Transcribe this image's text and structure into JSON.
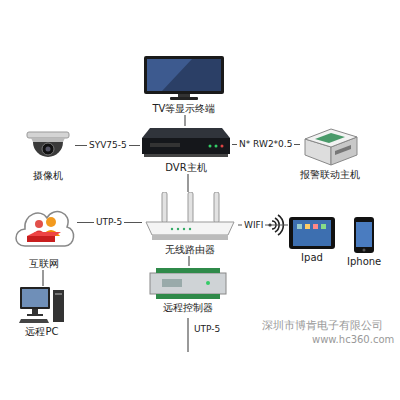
{
  "diagram": {
    "nodes": [
      {
        "text": [
          "TV等显示终端"
        ]
      },
      {
        "text": [
          "摄像机"
        ]
      },
      {
        "text": [
          "DVR主机"
        ]
      },
      {
        "text": [
          "报警联动主机"
        ]
      },
      {
        "text": [
          "互联网"
        ]
      },
      {
        "text": [
          "无线路由器"
        ]
      },
      {
        "text": [
          "Ipad"
        ]
      },
      {
        "text": [
          "Iphone"
        ]
      },
      {
        "text": [
          "远程控制器"
        ]
      },
      {
        "text": [
          "远程PC"
        ]
      }
    ],
    "edges": [
      {
        "from": 0,
        "to": 2,
        "arrow": "none"
      },
      {
        "from": 1,
        "to": 2,
        "label": "SYV75-5",
        "arrow": "none"
      },
      {
        "from": 2,
        "to": 3,
        "label": "N* RW2*0.5",
        "arrow": "none"
      },
      {
        "from": 2,
        "to": 5,
        "arrow": "none"
      },
      {
        "from": 4,
        "to": 5,
        "label": "UTP-5",
        "arrow": "none"
      },
      {
        "from": 5,
        "to": 6,
        "label": "WIFI",
        "arrow": "none"
      },
      {
        "from": 5,
        "to": 8,
        "arrow": "none"
      },
      {
        "from": 4,
        "to": 9,
        "arrow": "none"
      }
    ],
    "labels": [
      "UTP-5",
      "深圳市博肯电子有限公司",
      "www.hc360.com"
    ]
  }
}
